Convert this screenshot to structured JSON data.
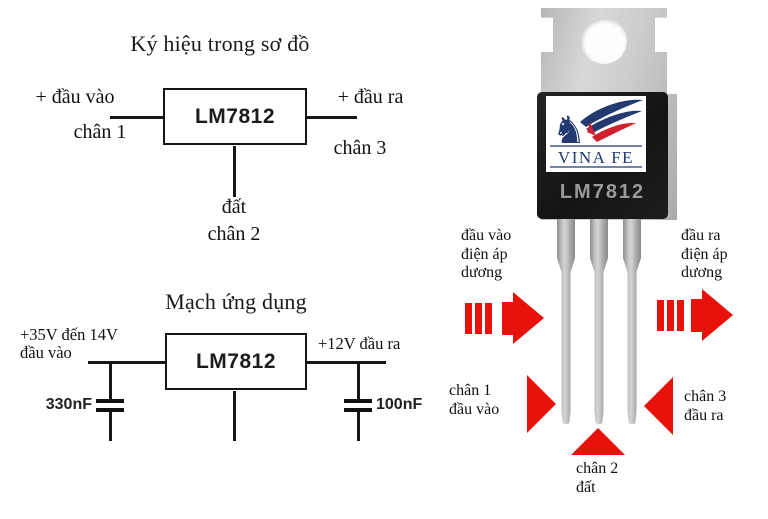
{
  "colors": {
    "red": "#e8120b",
    "logo_navy": "#223a70",
    "logo_red": "#cf2030",
    "body_black": "#181818",
    "marking_gray": "#9a9a9a"
  },
  "icons": {
    "pegasus_glyph": "♞"
  },
  "symbol_section": {
    "title": "Ký hiệu trong sơ đồ",
    "chip_label": "LM7812",
    "input_line1": "+ đầu vào",
    "input_line2": "chân 1",
    "output_line1": "+ đầu ra",
    "output_line2": "chân 3",
    "ground_line1": "đất",
    "ground_line2": "chân 2"
  },
  "application_section": {
    "title": "Mạch ứng dụng",
    "chip_label": "LM7812",
    "input_label_line1": "+35V đến 14V",
    "input_label_line2": "đầu vào",
    "output_label": "+12V đầu ra",
    "input_cap_value": "330nF",
    "output_cap_value": "100nF"
  },
  "package_section": {
    "brand": "VINA FE",
    "chip_marking": "LM7812",
    "input_arrow_label": [
      "đầu vào",
      "điện áp",
      "dương"
    ],
    "output_arrow_label": [
      "đầu ra",
      "điện áp",
      "dương"
    ],
    "pin1_label": [
      "chân 1",
      "đầu vào"
    ],
    "pin3_label": [
      "chân 3",
      "đầu ra"
    ],
    "pin2_label": [
      "chân 2",
      "đất"
    ]
  }
}
